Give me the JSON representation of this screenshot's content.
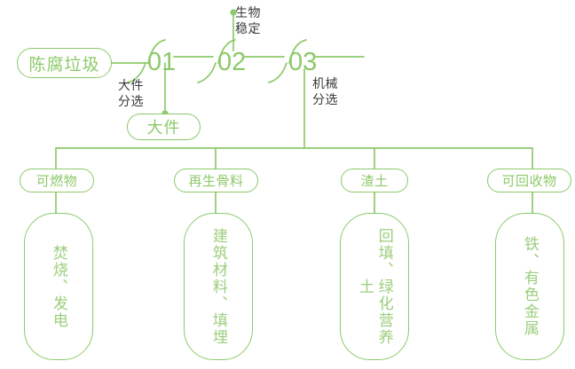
{
  "theme": {
    "line_color": "#8dc96a",
    "pill_text_color": "#8dc96a",
    "box_text_color": "#9bce7c",
    "note_text_color": "#3a3a3a",
    "background": "#ffffff"
  },
  "flow": {
    "source": {
      "label": "陈腐垃圾"
    },
    "stages": [
      {
        "number": "01",
        "note": "大件\n分选"
      },
      {
        "number": "02",
        "note": "生物\n稳定"
      },
      {
        "number": "03",
        "note": "机械\n分选"
      }
    ],
    "bulky_output": {
      "label": "大件"
    },
    "outputs": [
      {
        "category": "可燃物",
        "destination": "焚烧、发电"
      },
      {
        "category": "再生骨料",
        "destination": "建筑材料、填埋"
      },
      {
        "category": "渣土",
        "destination": "回填、绿化营养土"
      },
      {
        "category": "可回收物",
        "destination": "铁、有色金属"
      }
    ]
  }
}
